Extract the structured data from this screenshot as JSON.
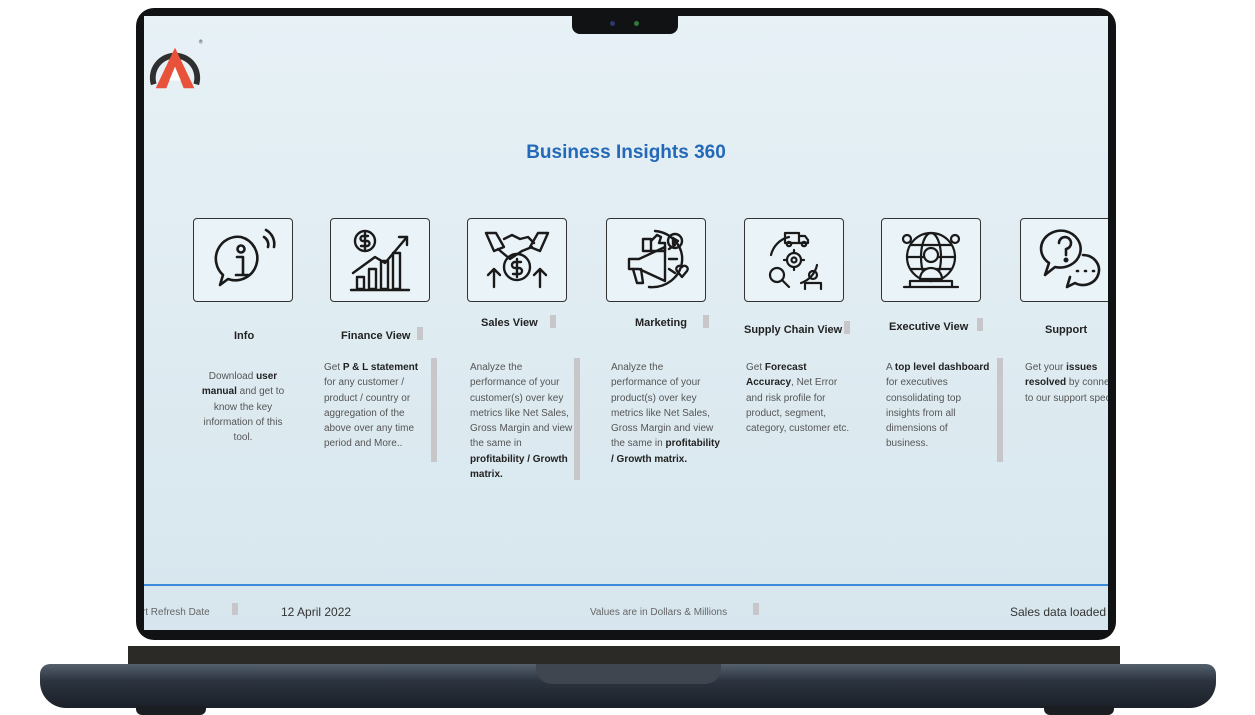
{
  "app": {
    "title": "Business Insights 360",
    "logo_icon": "atliq-logo-icon",
    "accent_color": "#2369b7"
  },
  "cards": [
    {
      "key": "info",
      "title": "Info",
      "icon": "info-icon",
      "desc": [
        [
          "Download ",
          ""
        ],
        [
          "user manual",
          "b"
        ],
        [
          " and get to know the key information of this tool.",
          ""
        ]
      ]
    },
    {
      "key": "finance",
      "title": "Finance View",
      "icon": "finance-growth-icon",
      "desc": [
        [
          "Get ",
          ""
        ],
        [
          "P & L statement",
          "b"
        ],
        [
          " for any customer / product / country or aggregation of the above over any time period and More..",
          ""
        ]
      ]
    },
    {
      "key": "sales",
      "title": "Sales View",
      "icon": "sales-handshake-icon",
      "desc": [
        [
          "Analyze the performance of your customer(s) over key metrics like Net Sales, Gross Margin and view the same in ",
          ""
        ],
        [
          "profitability / Growth matrix.",
          "b"
        ]
      ]
    },
    {
      "key": "marketing",
      "title": "Marketing",
      "icon": "marketing-megaphone-icon",
      "desc": [
        [
          "Analyze the performance of your product(s) over key metrics like Net Sales, Gross Margin and view the same in ",
          ""
        ],
        [
          "profitability / Growth matrix.",
          "b"
        ]
      ]
    },
    {
      "key": "supply",
      "title": "Supply Chain View",
      "icon": "supply-chain-icon",
      "desc": [
        [
          "Get ",
          ""
        ],
        [
          "Forecast Accuracy",
          "b"
        ],
        [
          ", Net Error and risk profile for product, segment, category, customer etc.",
          ""
        ]
      ]
    },
    {
      "key": "executive",
      "title": "Executive View",
      "icon": "executive-globe-icon",
      "desc": [
        [
          "A ",
          ""
        ],
        [
          "top level dashboard",
          "b"
        ],
        [
          " for executives consolidating top insights from all dimensions of business.",
          ""
        ]
      ]
    },
    {
      "key": "support",
      "title": "Support",
      "icon": "support-chat-icon",
      "desc": [
        [
          "Get your ",
          ""
        ],
        [
          "issues resolved",
          "b"
        ],
        [
          " by connecting to our support specialist",
          ""
        ]
      ]
    }
  ],
  "footer": {
    "refresh_label": "Report Refresh Date",
    "refresh_date": "12 April 2022",
    "values_note": "Values are in Dollars & Millions",
    "sales_status": "Sales data loaded"
  }
}
